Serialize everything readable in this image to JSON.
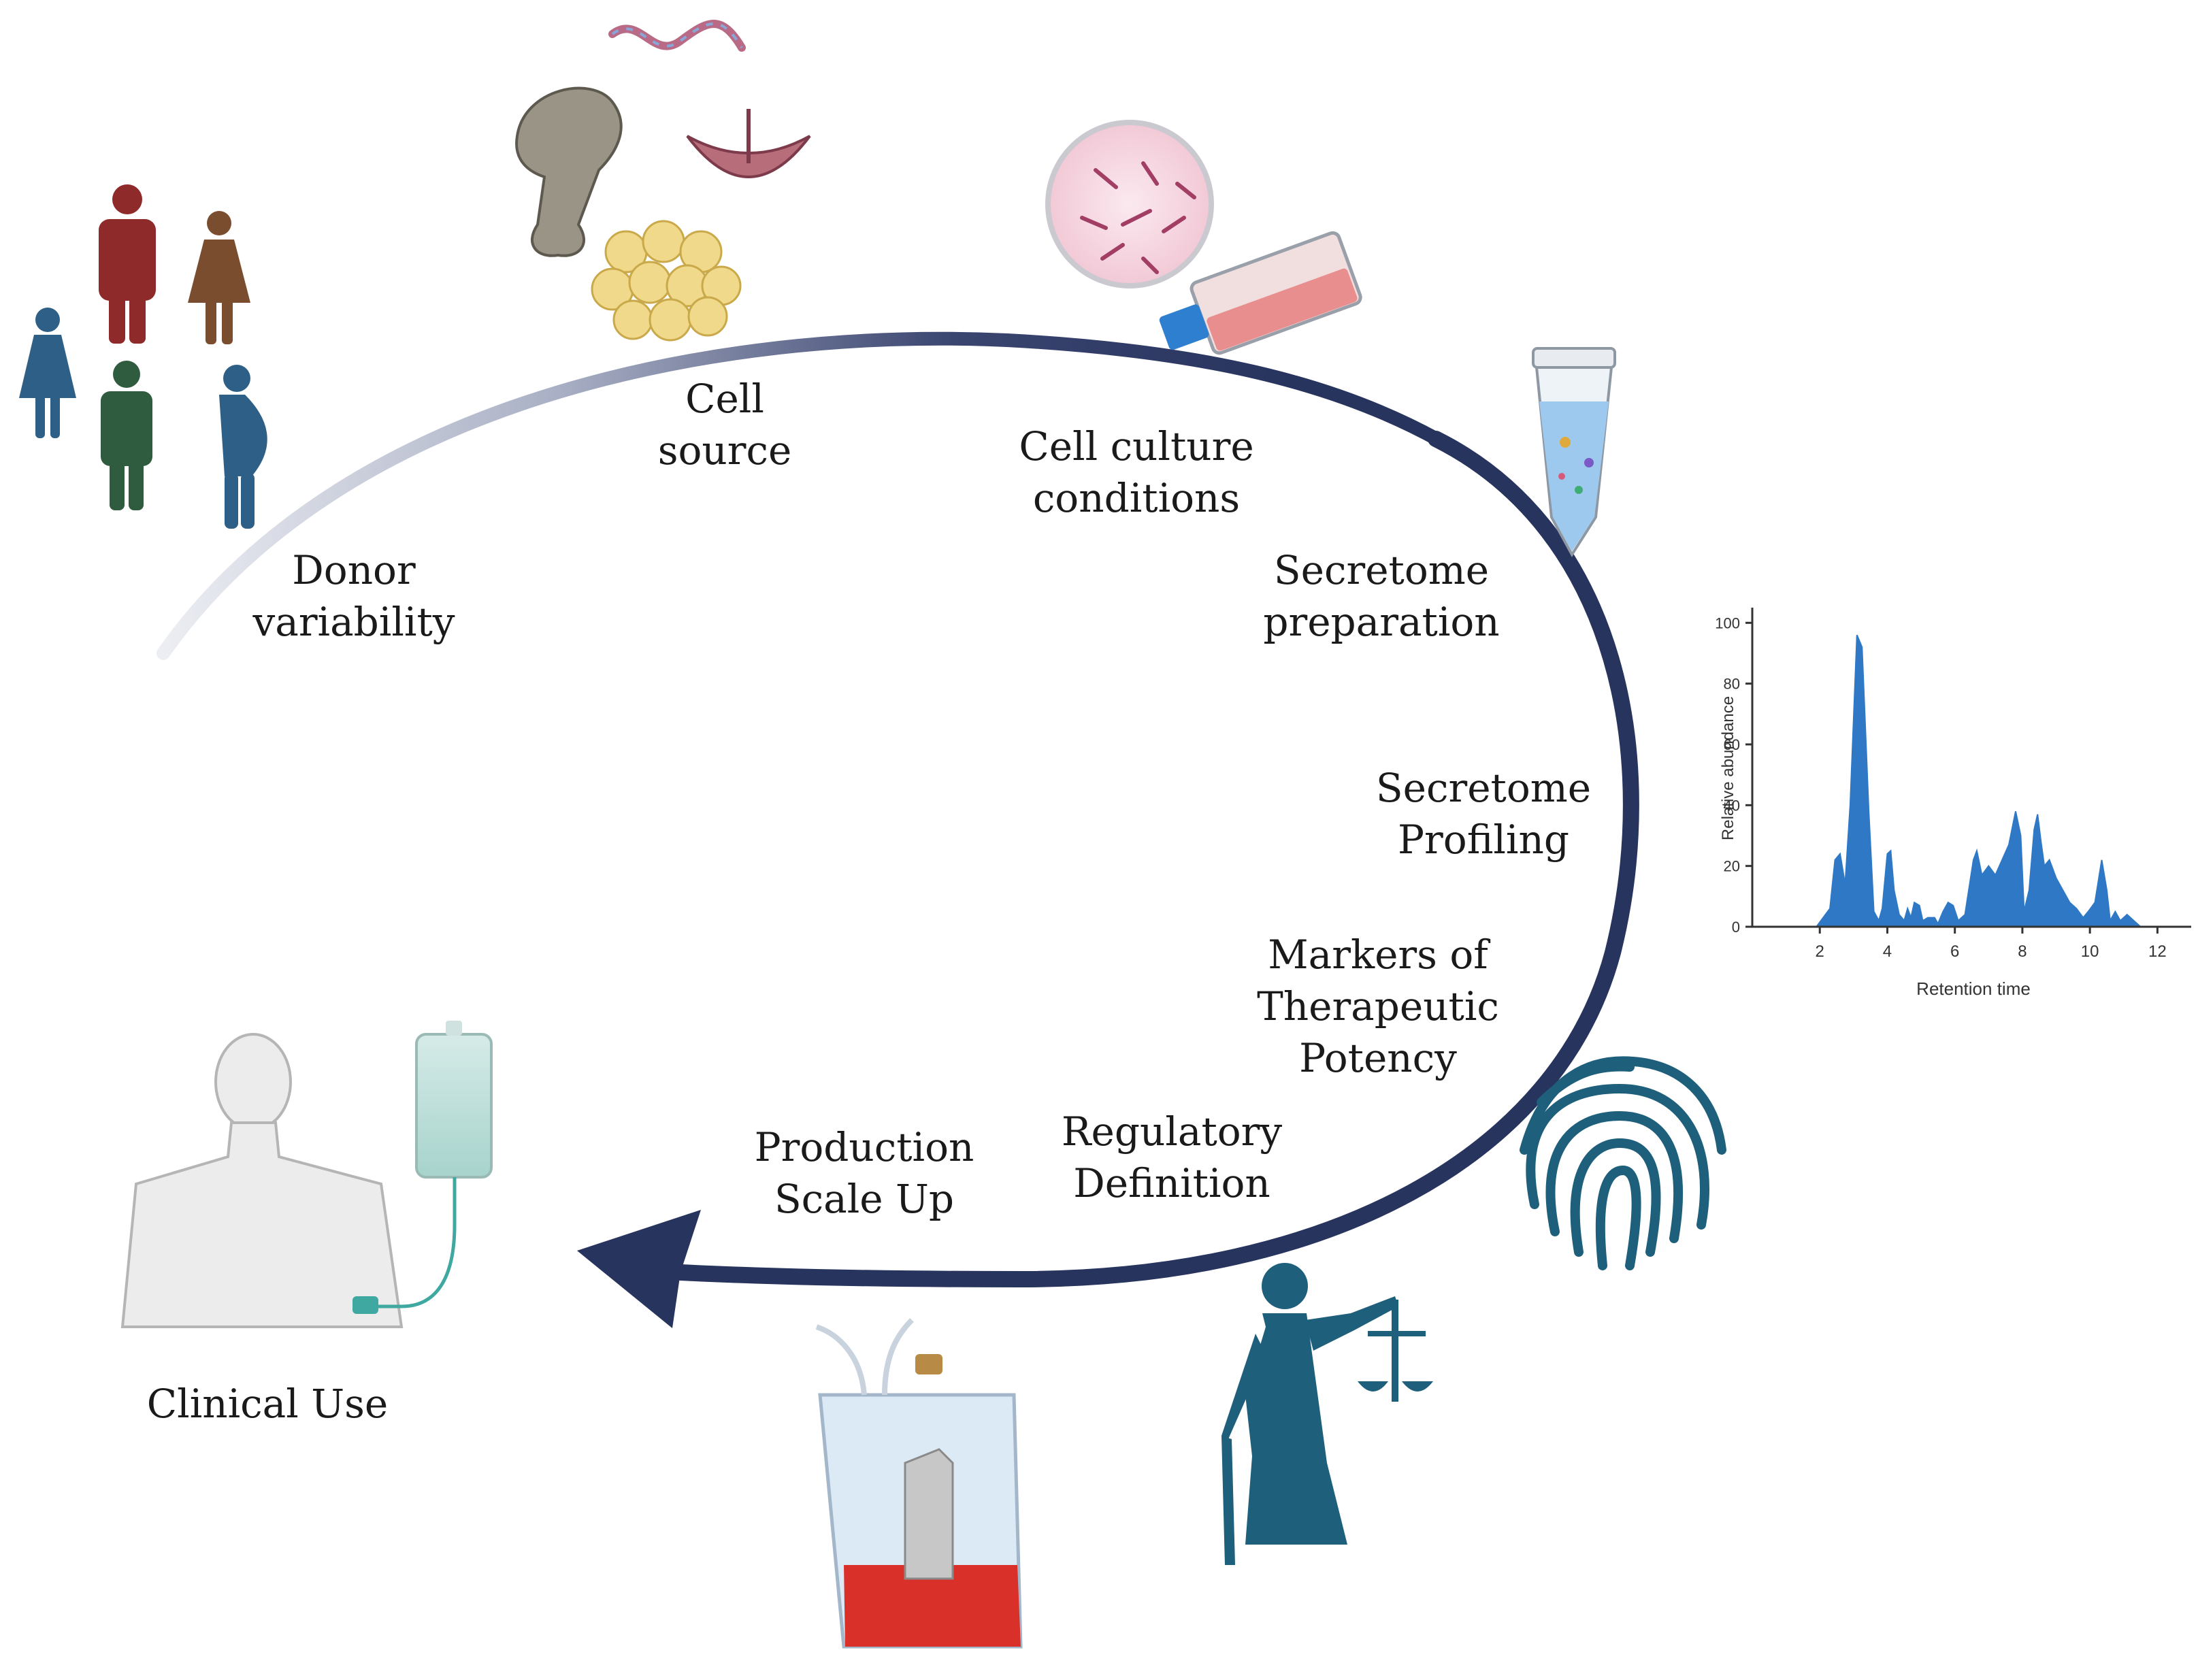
{
  "colors": {
    "arrow_dark": "#27345e",
    "arrow_light": "#e6e8ef",
    "figure_red": "#8e2a2a",
    "figure_brown": "#7a4d2e",
    "figure_blue": "#2e5f86",
    "figure_green": "#2f5b3f",
    "teal": "#1e5f7c",
    "chart_fill": "#2f78c6",
    "bag_red": "#d9302a"
  },
  "labels": {
    "donor": [
      "Donor",
      "variability"
    ],
    "cell_source": [
      "Cell",
      "source"
    ],
    "culture": [
      "Cell culture",
      "conditions"
    ],
    "secretome_prep": [
      "Secretome",
      "preparation"
    ],
    "secretome_profiling": [
      "Secretome",
      "Profiling"
    ],
    "markers": [
      "Markers of",
      "Therapeutic",
      "Potency"
    ],
    "regulatory": [
      "Regulatory",
      "Definition"
    ],
    "production": [
      "Production",
      "Scale Up"
    ],
    "clinical": [
      "Clinical Use"
    ]
  },
  "icons": {
    "donors": "people-figures-icon",
    "cell_source": "tissue-sources-icon",
    "culture": "petri-dish-and-flask-icon",
    "secretome_prep": "microtube-icon",
    "markers": "fingerprint-icon",
    "regulatory": "lady-justice-icon",
    "production": "bioreactor-bag-icon",
    "clinical": "patient-with-iv-icon"
  },
  "chart_data": {
    "type": "area",
    "xlabel": "Retention time",
    "ylabel": "Relative abundance",
    "xlim": [
      0,
      13
    ],
    "ylim": [
      0,
      105
    ],
    "xticks": [
      2,
      4,
      6,
      8,
      10,
      12
    ],
    "yticks": [
      0,
      20,
      40,
      60,
      80,
      100
    ],
    "grid": false,
    "x": [
      1.9,
      2.3,
      2.45,
      2.6,
      2.75,
      2.9,
      3.1,
      3.25,
      3.45,
      3.6,
      3.75,
      3.85,
      4.0,
      4.1,
      4.2,
      4.35,
      4.5,
      4.6,
      4.7,
      4.8,
      4.95,
      5.05,
      5.2,
      5.4,
      5.5,
      5.65,
      5.8,
      5.95,
      6.1,
      6.3,
      6.55,
      6.65,
      6.8,
      7.0,
      7.2,
      7.4,
      7.6,
      7.8,
      7.95,
      8.05,
      8.2,
      8.35,
      8.45,
      8.55,
      8.65,
      8.8,
      9.0,
      9.2,
      9.4,
      9.6,
      9.8,
      9.95,
      10.15,
      10.35,
      10.5,
      10.6,
      10.75,
      10.9,
      11.1,
      11.3,
      11.5
    ],
    "y": [
      0,
      6,
      22,
      24,
      14,
      40,
      96,
      92,
      38,
      5,
      2,
      6,
      24,
      25,
      12,
      4,
      2,
      6,
      3,
      8,
      7,
      2,
      3,
      3,
      1,
      5,
      8,
      7,
      2,
      4,
      22,
      25,
      17,
      20,
      17,
      22,
      27,
      38,
      30,
      5,
      12,
      32,
      37,
      28,
      20,
      22,
      16,
      12,
      8,
      6,
      3,
      5,
      8,
      22,
      12,
      2,
      5,
      2,
      4,
      2,
      0
    ]
  }
}
